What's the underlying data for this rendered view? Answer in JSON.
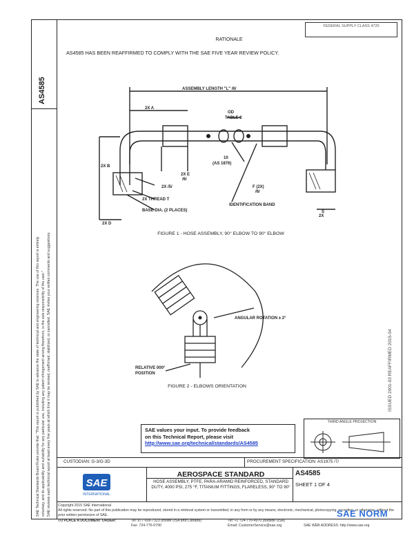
{
  "header": {
    "topright_box": "FEDERAL SUPPLY CLASS 4720",
    "doc_number_vertical": "AS4585",
    "issued_vertical": "ISSUED 2001-03   REAFFIRMED 2015-04"
  },
  "legal_text_lines": [
    "SAE Technical Standards Board Rules provide that: \"This report is published by SAE to advance the state of technical and engineering sciences. The use of this report is entirely",
    "voluntary, and its applicability and suitability for any particular use, including any patent infringement arising therefrom, is the sole responsibility of the user.\"",
    "SAE reviews each technical report at least every five years at which time it may be revised, reaffirmed, stabilized, or cancelled. SAE invites your written comments and suggestions."
  ],
  "rationale": {
    "heading": "RATIONALE",
    "text": "AS4585 HAS BEEN REAFFIRMED TO COMPLY WITH THE SAE FIVE YEAR REVIEW POLICY."
  },
  "figure1": {
    "caption": "FIGURE 1 - HOSE ASSEMBLY, 90° ELBOW TO 90° ELBOW",
    "labels": {
      "assembly_length": "ASSEMBLY LENGTH \"L\" /6/",
      "od_table": "OD",
      "table2": "TABLE 2",
      "two_x_a": "2X A",
      "two_x_b": "2X B",
      "two_x_e": "2X E",
      "two_x_e_ref": "/6/",
      "two_x_5": "2X /5/",
      "thread": "2X THREAD T",
      "base_dia": "BASE DIA. (2 PLACES)",
      "two_x_d": "2X D",
      "ten": "10",
      "as1876": "(AS 1876)",
      "f_2x": "F (2X)",
      "f_ref": "/6/",
      "id_band": "IDENTIFICATION BAND",
      "two_x_s": "2X",
      "s_ref": "S"
    }
  },
  "figure2": {
    "caption": "FIGURE 2 - ELBOWS ORIENTATION",
    "angular": "ANGULAR ROTATION ± 2°",
    "relative": "RELATIVE 000°",
    "position": "POSITION"
  },
  "feedback": {
    "line1": "SAE values your input. To provide feedback",
    "line2": "on this Technical Report, please visit",
    "link": "http://www.sae.org/technical/standards/AS4585"
  },
  "projection": {
    "title": "THIRD ANGLE PROJECTION"
  },
  "title_block": {
    "custodian": "CUSTODIAN: G-3/G-3D",
    "procurement": "PROCUREMENT SPECIFICATION: AS1975 /7/",
    "standard": "AEROSPACE STANDARD",
    "description": "HOSE ASSEMBLY, PTFE, PARA-ARAMID REINFORCED, STANDARD DUTY, 4000 PSI, 275 °F, TITANIUM FITTINGS, FLARELESS, 90° TO 90°",
    "doc_no": "AS4585",
    "sheet": "SHEET 1 OF 4",
    "logo_text": "SAE",
    "logo_sub": "INTERNATIONAL"
  },
  "footer": {
    "copyright": "Copyright 2015 SAE International",
    "rights": "All rights reserved. No part of this publication may be reproduced, stored in a retrieval system or transmitted, in any form or by any means, electronic, mechanical, photocopying, recording, or otherwise, without the prior written permission of SAE.",
    "order_label": "TO PLACE A DOCUMENT ORDER:",
    "tel": "Tel: 877-606-7323 (inside USA and Canada)",
    "tel2": "Tel: +1 724-776-4970 (outside USA)",
    "fax": "Fax: 724-776-0790",
    "email": "Email: CustomerService@sae.org",
    "web": "SAE WEB ADDRESS: http://www.sae.org",
    "watermark": "SAE NORM"
  }
}
